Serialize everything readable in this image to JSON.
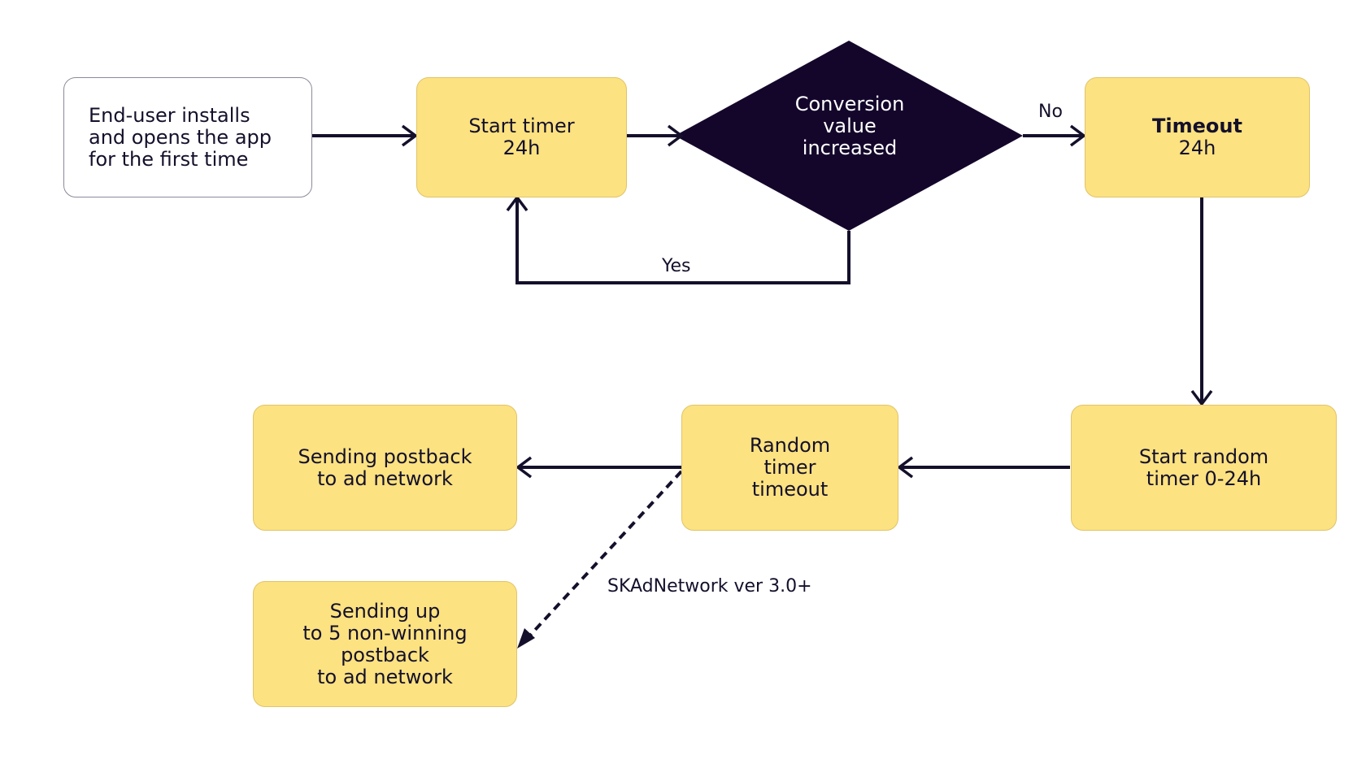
{
  "nodes": {
    "install": {
      "lines": [
        "End-user installs",
        "and opens the app",
        "for the first time"
      ]
    },
    "start_timer": {
      "lines": [
        "Start timer",
        "24h"
      ]
    },
    "decision": {
      "lines": [
        "Conversion",
        "value",
        "increased"
      ]
    },
    "timeout": {
      "title": "Timeout",
      "subtitle": "24h"
    },
    "start_random": {
      "lines": [
        "Start random",
        "timer 0-24h"
      ]
    },
    "random_timeout": {
      "lines": [
        "Random",
        "timer",
        "timeout"
      ]
    },
    "sending_postback": {
      "lines": [
        "Sending postback",
        "to ad network"
      ]
    },
    "sending_non_winning": {
      "lines": [
        "Sending up",
        "to 5 non-winning",
        "postback",
        "to ad network"
      ]
    }
  },
  "edges": {
    "yes_label": "Yes",
    "no_label": "No",
    "skad_label": "SKAdNetwork ver 3.0+"
  },
  "colors": {
    "box_fill": "#fce280",
    "box_border": "#e0c46a",
    "diamond_fill": "#14062b",
    "line": "#14102b"
  }
}
